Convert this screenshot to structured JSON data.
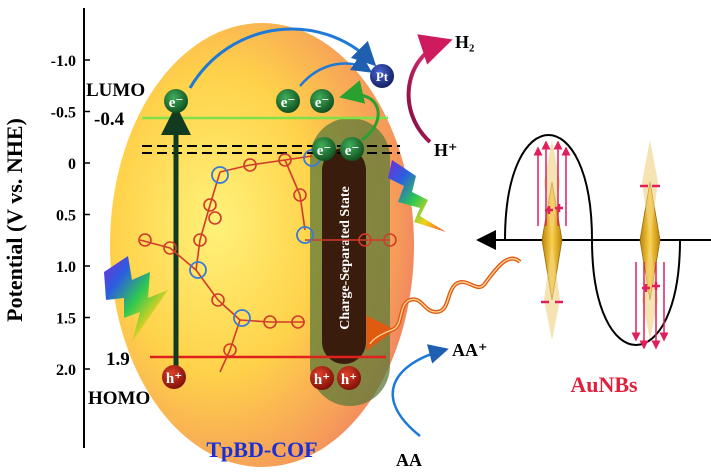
{
  "axis": {
    "label": "Potential (V vs. NHE)",
    "ticks": [
      "-1.0",
      "-0.5",
      "0",
      "0.5",
      "1.0",
      "1.5",
      "2.0"
    ]
  },
  "levels": {
    "lumo_label": "LUMO",
    "lumo_value": "-0.4",
    "homo_label": "HOMO",
    "homo_value": "1.9"
  },
  "labels": {
    "cof": "TpBD-COF",
    "aunbs": "AuNBs",
    "h2": "H₂",
    "h_plus": "H⁺",
    "aa": "AA",
    "aa_plus": "AA⁺",
    "pt": "Pt",
    "charge_separated": "Charge-Separated State",
    "electron": "e⁻",
    "hole": "h⁺"
  },
  "colors": {
    "lumo_line": "#7fe04a",
    "homo_line": "#e0201c",
    "cof_label": "#1a2fd6",
    "aunbs_label": "#e0203c",
    "electron": "#1f6b2e",
    "hole": "#b01a10",
    "pt": "#1e2f8a"
  }
}
